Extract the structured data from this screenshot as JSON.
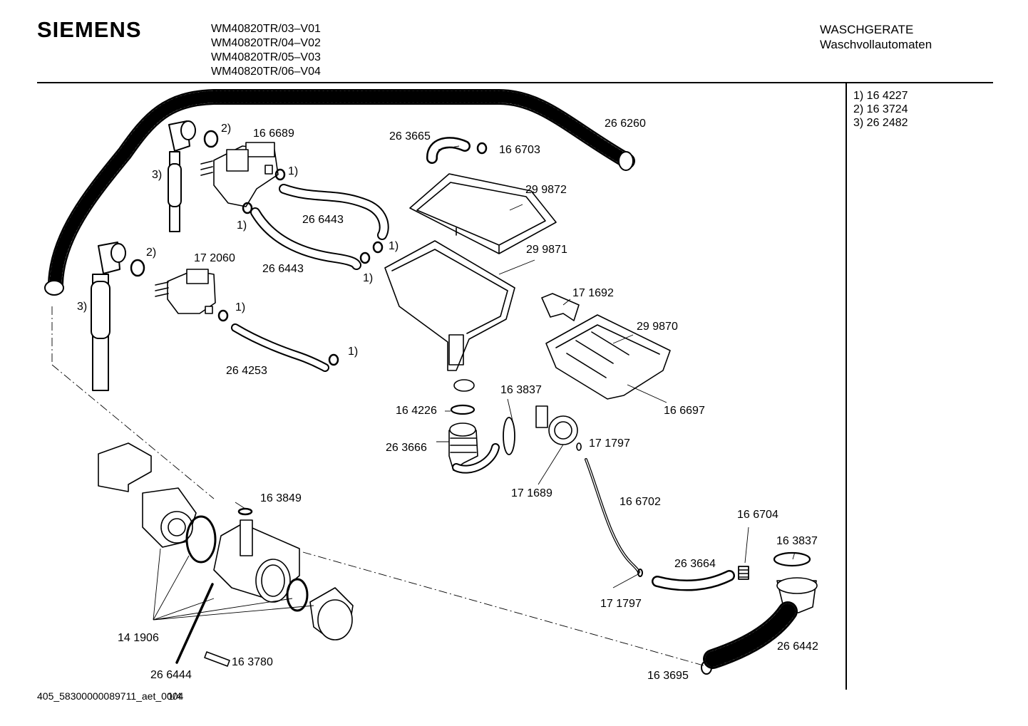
{
  "header": {
    "brand": "SIEMENS",
    "models": [
      "WM40820TR/03–V01",
      "WM40820TR/04–V02",
      "WM40820TR/05–V03",
      "WM40820TR/06–V04"
    ],
    "category": "WASCHGERATE",
    "subcategory": "Waschvollautomaten"
  },
  "footnotes": [
    "1)  16 4227",
    "2)  16 3724",
    "3)  26 2482"
  ],
  "footer": {
    "doc_id": "405_58300000089711_aet_0004",
    "page": "1/4"
  },
  "parts": [
    "26 6260",
    "26 3665",
    "16 6703",
    "16 6689",
    "29 9872",
    "26 6443",
    "26 6443",
    "29 9871",
    "17 2060",
    "17 1692",
    "29 9870",
    "26 4253",
    "16 3837",
    "16 4226",
    "16 6697",
    "26 3666",
    "17 1797",
    "17 1689",
    "16 3849",
    "16 6702",
    "16 6704",
    "16 3837",
    "26 3664",
    "17 1797",
    "14 1906",
    "26 6442",
    "16 3780",
    "26 6444",
    "16 3695"
  ],
  "refs": [
    "2)",
    "3)",
    "1)",
    "1)",
    "1)",
    "1)",
    "2)",
    "3)",
    "1)",
    "1)"
  ]
}
